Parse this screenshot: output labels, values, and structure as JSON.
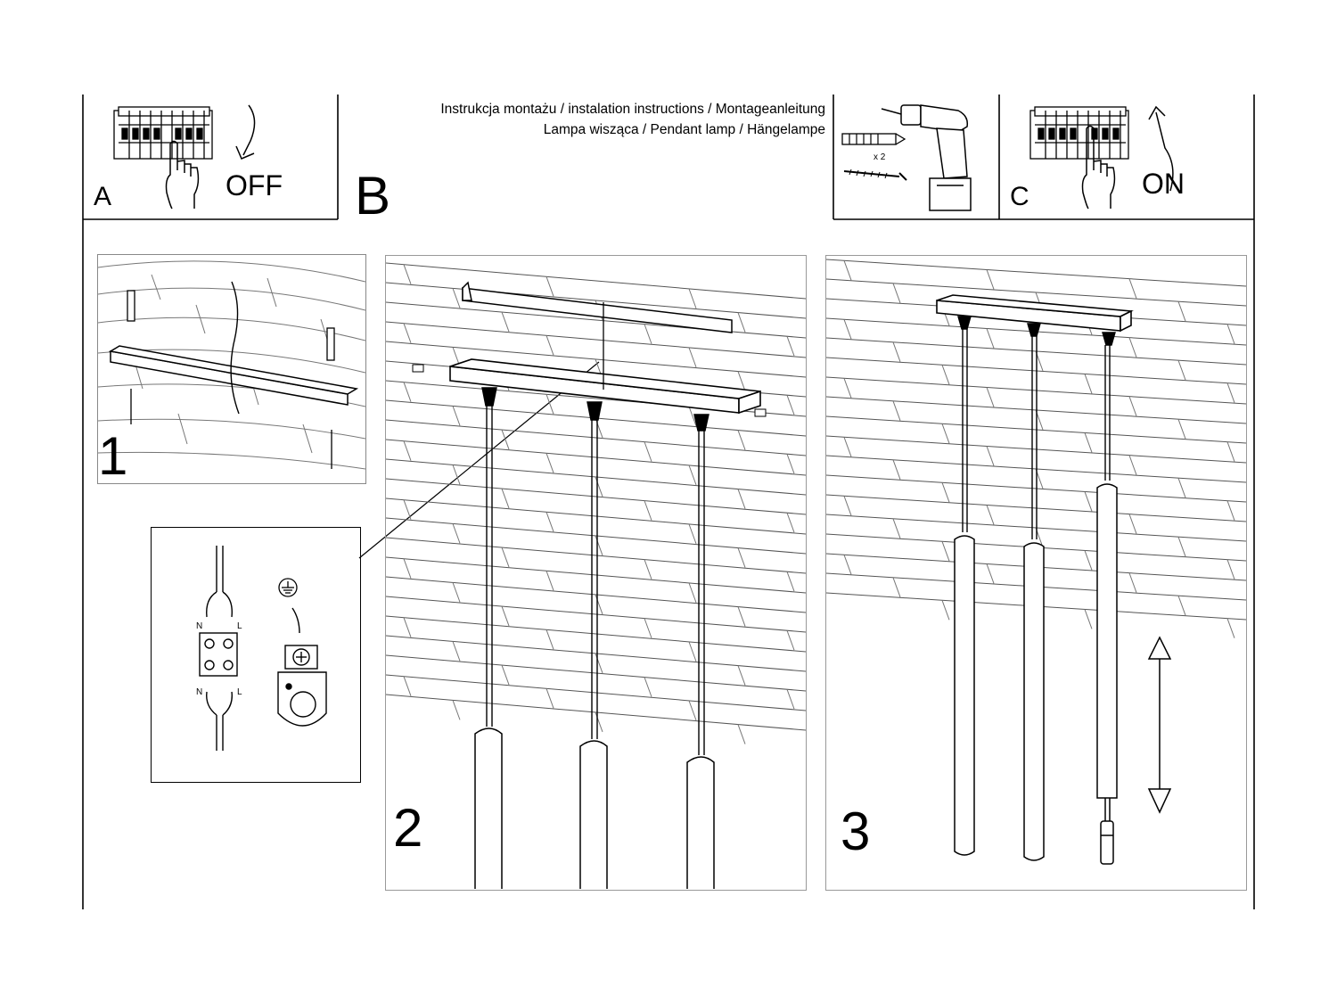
{
  "header": {
    "title_line1": "Instrukcja montażu / instalation instructions / Montageanleitung",
    "title_line2": "Lampa wisząca / Pendant lamp / Hängelampe"
  },
  "steps": {
    "a": {
      "letter": "A",
      "state": "OFF"
    },
    "b": {
      "letter": "B",
      "quantity": "x 2"
    },
    "c": {
      "letter": "C",
      "state": "ON"
    }
  },
  "panels": {
    "p1": {
      "number": "1"
    },
    "p2": {
      "number": "2"
    },
    "p3": {
      "number": "3"
    }
  },
  "wiring": {
    "neutral": "N",
    "live": "L"
  },
  "icons": [
    "circuit-breaker-icon",
    "hand-icon",
    "arrow-down-icon",
    "arrow-up-icon",
    "drill-icon",
    "wall-plug-icon",
    "screw-icon",
    "ground-symbol-icon",
    "terminal-block-icon",
    "double-arrow-icon"
  ]
}
